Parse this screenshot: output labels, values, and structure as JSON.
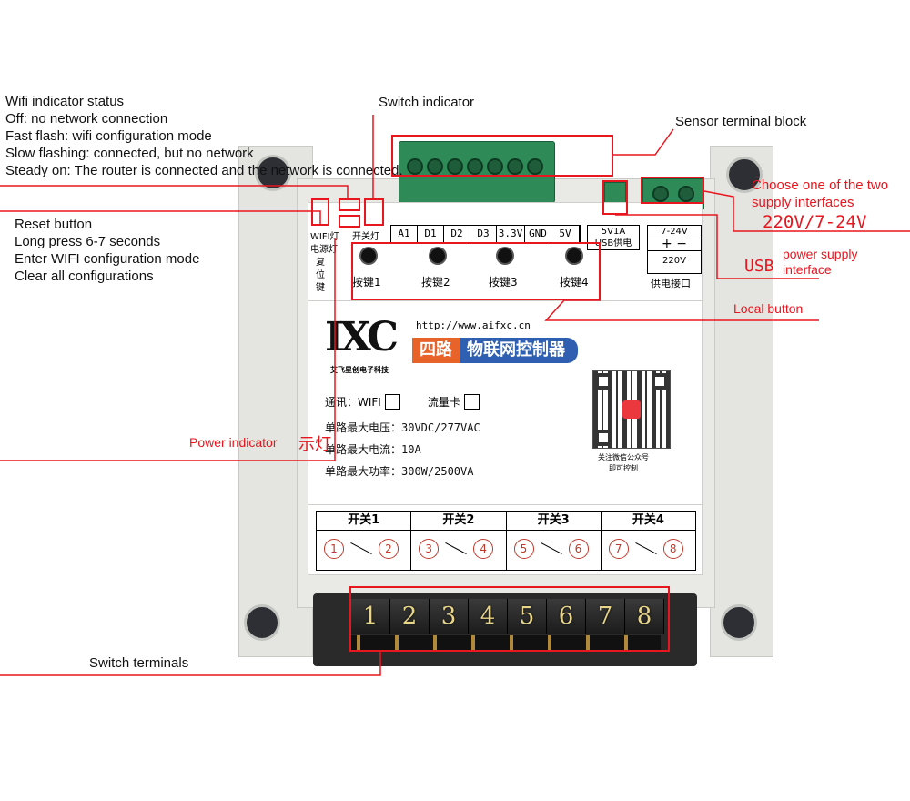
{
  "annotations": {
    "wifi_title": "Wifi indicator status",
    "wifi_off": "Off: no network connection",
    "wifi_fast": "Fast flash: wifi configuration mode",
    "wifi_slow": "Slow flashing: connected, but no network",
    "wifi_steady": "Steady on: The router is connected and the network is connected.",
    "reset_title": "Reset button",
    "reset_long": "Long press 6-7 seconds",
    "reset_enter": "Enter WIFI configuration mode",
    "reset_clear": "Clear all configurations",
    "switch_indicator": "Switch indicator",
    "sensor_block": "Sensor terminal block",
    "choose_supply_1": "Choose one of the two",
    "choose_supply_2": "supply interfaces",
    "supply_voltages": "220V/7-24V",
    "usb": "USB",
    "power_supply_1": "power supply",
    "power_supply_2": "interface",
    "local_button": "Local button",
    "power_indicator": "Power indicator",
    "power_indicator_cn": "示灯",
    "switch_terminals": "Switch terminals"
  },
  "device": {
    "left_labels": [
      "WIFI灯",
      "电源灯",
      "复",
      "位",
      "键"
    ],
    "switch_light": "开关灯",
    "pins": [
      "A1",
      "D1",
      "D2",
      "D3",
      "3.3V",
      "GND",
      "5V"
    ],
    "usb_power_1": "5V1A",
    "usb_power_2": "USB供电",
    "voltage_range": "7-24V",
    "plus_minus": "+ −",
    "ac_voltage": "220V",
    "power_port": "供电接口",
    "buttons": [
      "按键1",
      "按键2",
      "按键3",
      "按键4"
    ],
    "brand_logo": "IXC",
    "brand_sub": "艾飞星创电子科技",
    "url": "http://www.aifxc.cn",
    "title_orange": "四路",
    "title_blue": "物联网控制器",
    "comm_label": "通讯：WIFI",
    "sim_label": "流量卡",
    "specs": [
      "单路最大电压：30VDC/277VAC",
      "单路最大电流：10A",
      "单路最大功率：300W/2500VA"
    ],
    "qr_caption_1": "关注微信公众号",
    "qr_caption_2": "即可控制",
    "switches": [
      "开关1",
      "开关2",
      "开关3",
      "开关4"
    ],
    "switch_nodes": [
      "1",
      "2",
      "3",
      "4",
      "5",
      "6",
      "7",
      "8"
    ],
    "terminal_numbers": [
      "1",
      "2",
      "3",
      "4",
      "5",
      "6",
      "7",
      "8"
    ]
  },
  "colors": {
    "annotation_red": "#e8161e",
    "title_orange": "#e8632a",
    "title_blue": "#2f5fb0",
    "terminal_green": "#2e8b57"
  }
}
